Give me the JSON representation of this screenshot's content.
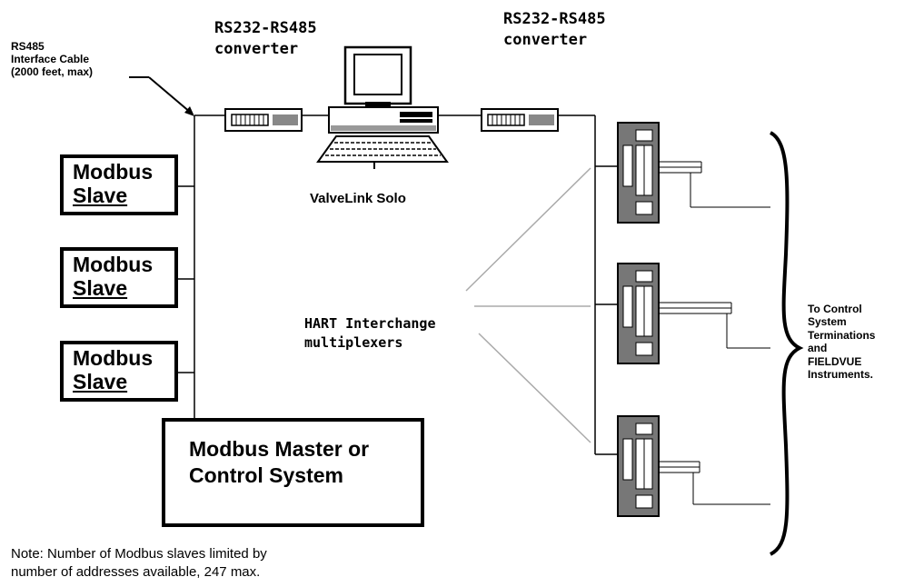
{
  "labels": {
    "cable_line1": "RS485",
    "cable_line2": "Interface Cable",
    "cable_line3": "(2000 feet, max)",
    "converter_left_line1": "RS232-RS485",
    "converter_left_line2": "converter",
    "converter_right_line1": "RS232-RS485",
    "converter_right_line2": "converter",
    "computer": "ValveLink Solo",
    "mux_line1": "HART Interchange",
    "mux_line2": "multiplexers",
    "dest_line1": "To Control",
    "dest_line2": "System",
    "dest_line3": "Terminations",
    "dest_line4": "and",
    "dest_line5": "FIELDVUE",
    "dest_line6": "Instruments."
  },
  "slaves": [
    {
      "line1": "Modbus",
      "line2": "Slave"
    },
    {
      "line1": "Modbus",
      "line2": "Slave"
    },
    {
      "line1": "Modbus",
      "line2": "Slave"
    }
  ],
  "master": {
    "line1": "Modbus Master or",
    "line2": "Control System"
  },
  "note": {
    "line1": "Note: Number of Modbus slaves limited by",
    "line2": "number of addresses available, 247 max."
  }
}
